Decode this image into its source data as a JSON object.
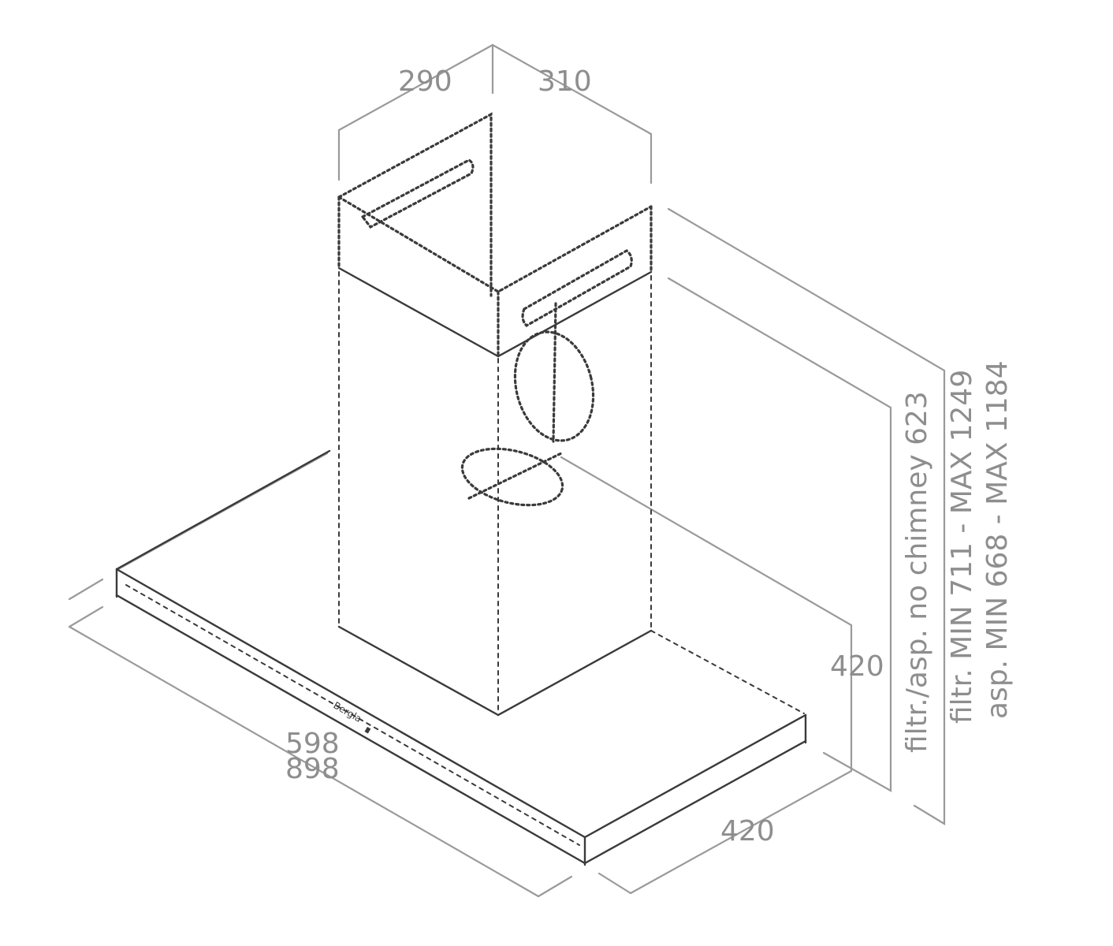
{
  "dimensions": {
    "chimney_depth": "290",
    "chimney_width": "310",
    "hood_depth": "598",
    "hood_width": "898",
    "canopy_depth": "420",
    "height_420": "420",
    "height_no_chimney": "filtr./asp. no chimney 623",
    "height_filter": "filtr. MIN 711 - MAX 1249",
    "height_suction": "asp. MIN 668 - MAX 1184"
  },
  "product_mark": "Bergla",
  "colors": {
    "dimension_gray": "#8e8e8e",
    "outline_dark": "#3a3a3a"
  }
}
